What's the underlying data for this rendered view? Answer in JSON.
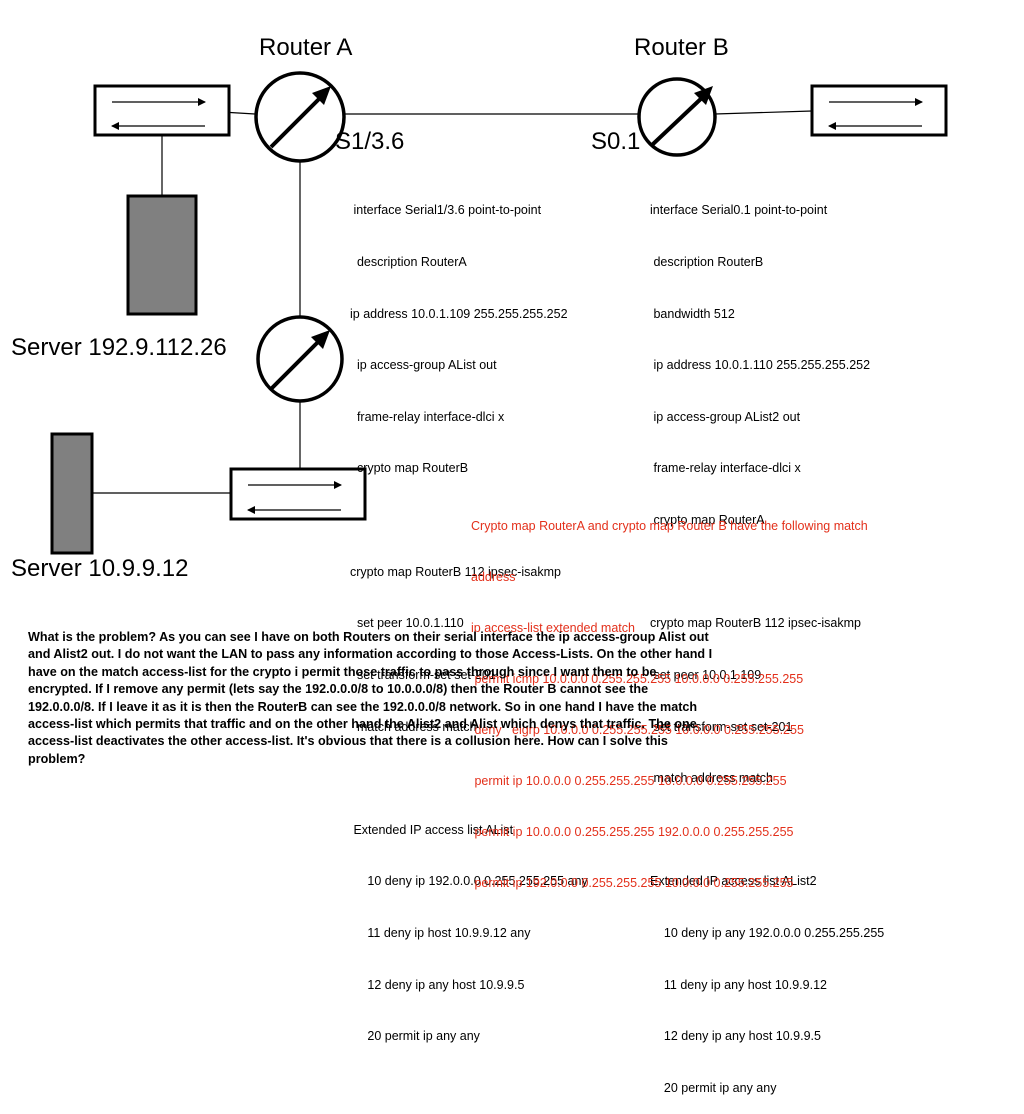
{
  "labels": {
    "router_a": "Router A",
    "router_b": "Router B",
    "iface_a": "S1/3.6",
    "iface_b": "S0.1",
    "server_1": "Server 192.9.112.26",
    "server_2": "Server 10.9.9.12"
  },
  "config_a": [
    " interface Serial1/3.6 point-to-point",
    "  description RouterA",
    "ip address 10.0.1.109 255.255.255.252",
    "  ip access-group AList out",
    "  frame-relay interface-dlci x",
    "  crypto map RouterB",
    "",
    "crypto map RouterB 112 ipsec-isakmp",
    "  set peer 10.0.1.110",
    "  set transform-set set-201",
    "  match address match",
    "",
    " Extended IP access list AList",
    "     10 deny ip 192.0.0.0 0.255.255.255 any",
    "     11 deny ip host 10.9.9.12 any",
    "     12 deny ip any host 10.9.9.5",
    "     20 permit ip any any"
  ],
  "config_b": [
    "interface Serial0.1 point-to-point",
    " description RouterB",
    " bandwidth 512",
    " ip address 10.0.1.110 255.255.255.252",
    " ip access-group AList2 out",
    " frame-relay interface-dlci x",
    " crypto map RouterA",
    "",
    "crypto map RouterB 112 ipsec-isakmp",
    " set peer 10.0.1.109",
    " set transform-set set-201",
    " match address match",
    "",
    "Extended IP access list AList2",
    "    10 deny ip any 192.0.0.0 0.255.255.255",
    "    11 deny ip any host 10.9.9.12",
    "    12 deny ip any host 10.9.9.5",
    "    20 permit ip any any"
  ],
  "match_note": [
    "Crypto map RouterA and crypto map Router B have the following match",
    "address",
    "ip access-list extended match",
    " permit icmp 10.0.0.0 0.255.255.255 10.0.0.0 0.255.255.255",
    " deny   eigrp 10.0.0.0 0.255.255.255 10.0.0.0 0.255.255.255",
    " permit ip 10.0.0.0 0.255.255.255 10.0.0.0 0.255.255.255",
    " permit ip 10.0.0.0 0.255.255.255 192.0.0.0 0.255.255.255",
    " permit ip 192.0.0.0 0.255.255.255 10.0.0.0 0.255.255.255"
  ],
  "question": "What is the problem? As you can see I have on both Routers on their serial interface the ip access-group Alist out and Alist2 out. I do not want the LAN to pass any information according to those Access-Lists. On the other hand I have on the match access-list for the crypto i permit those traffic to pass through since I want them to be encrypted. If I remove any permit (lets say the 192.0.0.0/8 to 10.0.0.0/8) then the Router B cannot see the 192.0.0.0/8. If I leave it as it is then the RouterB can see the 192.0.0.0/8 network. So in one hand I have the match access-list which permits that traffic and on the other hand the Alist2 and Alist which  denys that traffic. The one access-list deactivates the other access-list.  It's obvious that there is a collusion here. How can I solve this problem?",
  "colors": {
    "note": "#e3301b",
    "server_fill": "#808080",
    "line": "#000000"
  },
  "icons": {
    "router": "router-icon",
    "switch": "switch-icon",
    "server": "server-icon"
  }
}
